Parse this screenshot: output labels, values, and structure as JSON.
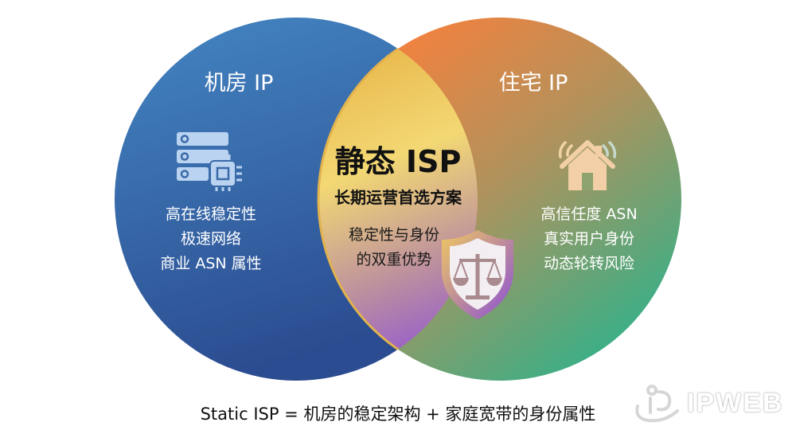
{
  "diagram": {
    "type": "venn",
    "left_set": {
      "title": "机房 IP",
      "icon": "server-chip-icon",
      "features": [
        "高在线稳定性",
        "极速网络",
        "商业 ASN 属性"
      ],
      "colors": {
        "top": "#3f7fbd",
        "bottom": "#2c4f93"
      }
    },
    "right_set": {
      "title": "住宅 IP",
      "icon": "house-wifi-icon",
      "features": [
        "高信任度 ASN",
        "真实用户身份",
        "动态轮转风险"
      ],
      "colors": {
        "top": "#ef8240",
        "bottom": "#45ab83"
      }
    },
    "intersection": {
      "title": "静态 ISP",
      "subtitle": "长期运营首选方案",
      "description": [
        "稳定性与身份",
        "的双重优势"
      ],
      "icon": "shield-scales-icon",
      "colors": {
        "top": "#f4d56a",
        "bottom": "#8a4fd6"
      }
    },
    "formula": "Static ISP = 机房的稳定架构 + 家庭宽带的身份属性",
    "watermark": "IPWEB"
  }
}
